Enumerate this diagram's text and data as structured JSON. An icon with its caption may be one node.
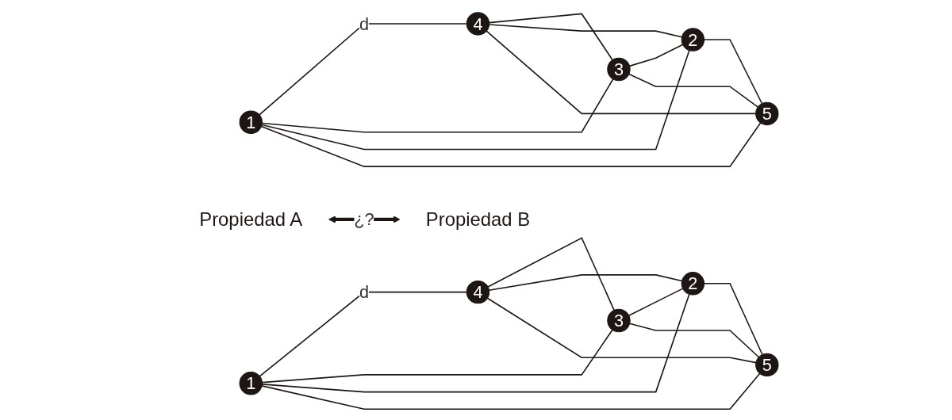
{
  "diagram": {
    "nodes": [
      {
        "text": [
          "1"
        ]
      },
      {
        "text": [
          "4"
        ]
      },
      {
        "text": [
          "3"
        ]
      },
      {
        "text": [
          "2"
        ]
      },
      {
        "text": [
          "5"
        ]
      },
      {
        "text": [
          "1"
        ]
      },
      {
        "text": [
          "4"
        ]
      },
      {
        "text": [
          "3"
        ]
      },
      {
        "text": [
          "2"
        ]
      },
      {
        "text": [
          "5"
        ]
      },
      {
        "text": [
          "Propiedad A"
        ]
      },
      {
        "text": [
          "Propiedad B"
        ]
      }
    ],
    "edges": [
      {
        "from": 0,
        "to": 1,
        "arrow": "none",
        "label": "d"
      },
      {
        "from": 0,
        "to": 2,
        "arrow": "none"
      },
      {
        "from": 0,
        "to": 3,
        "arrow": "none"
      },
      {
        "from": 0,
        "to": 4,
        "arrow": "none"
      },
      {
        "from": 1,
        "to": 2,
        "arrow": "none"
      },
      {
        "from": 1,
        "to": 3,
        "arrow": "none"
      },
      {
        "from": 1,
        "to": 4,
        "arrow": "none"
      },
      {
        "from": 2,
        "to": 3,
        "arrow": "none"
      },
      {
        "from": 2,
        "to": 4,
        "arrow": "none"
      },
      {
        "from": 3,
        "to": 4,
        "arrow": "none"
      },
      {
        "from": 5,
        "to": 6,
        "arrow": "none",
        "label": "d"
      },
      {
        "from": 5,
        "to": 7,
        "arrow": "none"
      },
      {
        "from": 5,
        "to": 8,
        "arrow": "none"
      },
      {
        "from": 5,
        "to": 9,
        "arrow": "none"
      },
      {
        "from": 6,
        "to": 7,
        "arrow": "none"
      },
      {
        "from": 6,
        "to": 8,
        "arrow": "none"
      },
      {
        "from": 6,
        "to": 9,
        "arrow": "none"
      },
      {
        "from": 7,
        "to": 8,
        "arrow": "none"
      },
      {
        "from": 7,
        "to": 9,
        "arrow": "none"
      },
      {
        "from": 8,
        "to": 9,
        "arrow": "none"
      },
      {
        "from": 10,
        "to": 11,
        "arrow": "both",
        "label": "¿?",
        "style": "thick"
      }
    ]
  }
}
